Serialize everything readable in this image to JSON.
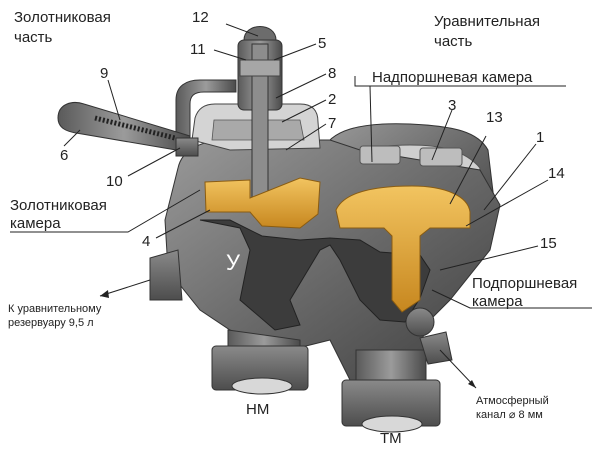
{
  "labels": {
    "spool_part_l1": "Золотниковая",
    "spool_part_l2": "часть",
    "equalizing_part_l1": "Уравнительная",
    "equalizing_part_l2": "часть",
    "upper_chamber": "Надпоршневая камера",
    "spool_chamber_l1": "Золотниковая",
    "spool_chamber_l2": "камера",
    "lower_chamber_l1": "Подпоршневая",
    "lower_chamber_l2": "камера",
    "reservoir_l1": "К уравнительному",
    "reservoir_l2": "резервуару 9,5 л",
    "atm_l1": "Атмосферный",
    "atm_l2": "канал ⌀ 8 мм",
    "u_mark": "У",
    "nm": "НМ",
    "tm": "ТМ"
  },
  "numbers": {
    "n1": "1",
    "n2": "2",
    "n3": "3",
    "n4": "4",
    "n5": "5",
    "n6": "6",
    "n7": "7",
    "n8": "8",
    "n9": "9",
    "n10": "10",
    "n11": "11",
    "n12": "12",
    "n13": "13",
    "n14": "14",
    "n15": "15"
  },
  "colors": {
    "body_metal": "#6e6e6e",
    "cut_face": "#c9c9c9",
    "brass": "#e0a53a"
  }
}
